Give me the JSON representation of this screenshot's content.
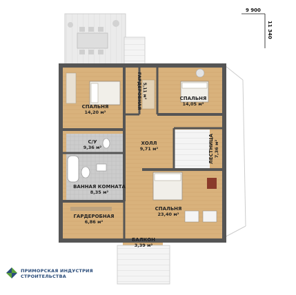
{
  "dimensions": {
    "width_label": "9 900",
    "height_label": "11 340"
  },
  "rooms": [
    {
      "id": "bedroom-1",
      "name": "СПАЛЬНЯ",
      "area": "14,20 м²"
    },
    {
      "id": "wardrobe-1",
      "name": "ГАРДЕРОБНАЯ",
      "area": "5,11 м²"
    },
    {
      "id": "bedroom-2",
      "name": "СПАЛЬНЯ",
      "area": "14,05 м²"
    },
    {
      "id": "toilet",
      "name": "С/У",
      "area": "9,36 м²"
    },
    {
      "id": "hall",
      "name": "ХОЛЛ",
      "area": "9,71 м²"
    },
    {
      "id": "stairs",
      "name": "ЛЕСТНИЦА",
      "area": "7,36 м²"
    },
    {
      "id": "bathroom",
      "name": "ВАННАЯ КОМНАТА",
      "area": "8,35 м²"
    },
    {
      "id": "bedroom-3",
      "name": "СПАЛЬНЯ",
      "area": "23,40 м²"
    },
    {
      "id": "wardrobe-2",
      "name": "ГАРДЕРОБНАЯ",
      "area": "6,86 м²"
    },
    {
      "id": "balcony",
      "name": "БАЛКОН",
      "area": "3,39 м²"
    }
  ],
  "logo": {
    "line1": "ПРИМОРСКАЯ ИНДУСТРИЯ",
    "line2": "СТРОИТЕЛЬСТВА"
  },
  "colors": {
    "wall": "#555555",
    "floor_wood": "#d9b27c",
    "floor_tile": "#c9c9c9",
    "terrace": "#e8e8e8",
    "logo_blue": "#2a4c7a",
    "logo_green": "#5aa03a"
  }
}
